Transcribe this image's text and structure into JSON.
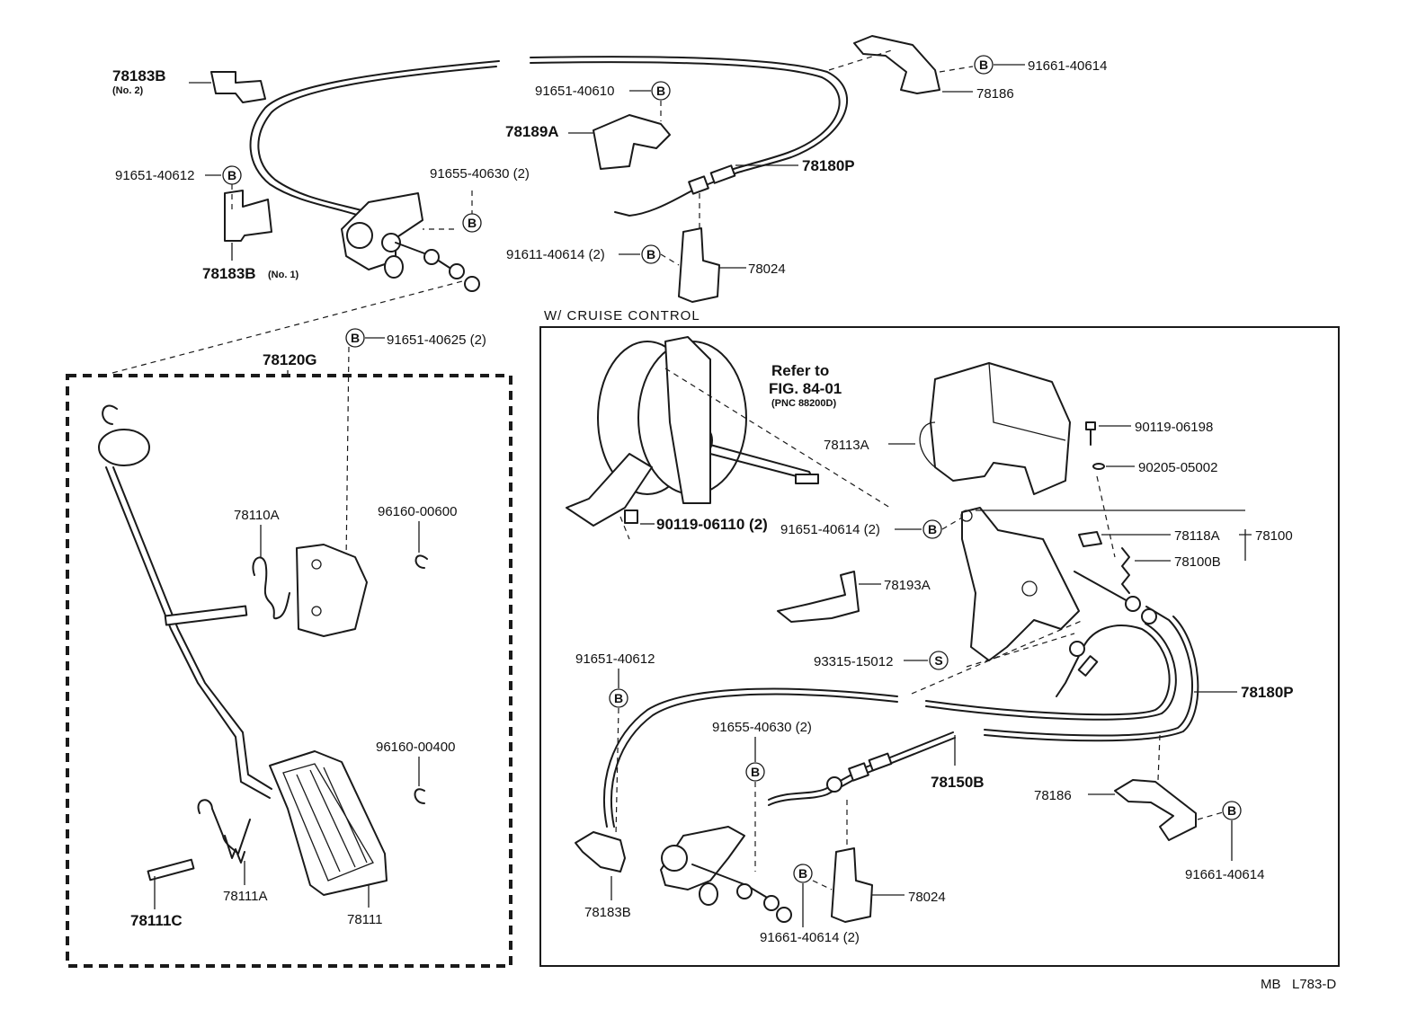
{
  "section_title": "W/ CRUISE CONTROL",
  "footer": "MB   L783-D",
  "reference": {
    "line1": "Refer to",
    "line2": "FIG. 84-01",
    "line3": "(PNC 88200D)"
  },
  "symbols": {
    "bolt_b": "B",
    "screw_s": "S"
  },
  "labels": {
    "p78183b_no2": "78183B",
    "p78183b_no2_sub": "(No. 2)",
    "p91651_40612_top": "91651-40612",
    "p78183b_no1": "78183B",
    "p78183b_no1_sub": "(No. 1)",
    "p91655_40630_top": "91655-40630 (2)",
    "p91651_40610": "91651-40610",
    "p78189a": "78189A",
    "p78180p_top": "78180P",
    "p91611_40614": "91611-40614 (2)",
    "p78024_top": "78024",
    "p91661_40614_top": "91661-40614",
    "p78186_top": "78186",
    "p91651_40625": "91651-40625 (2)",
    "p78120g": "78120G",
    "p78110a": "78110A",
    "p96160_00600": "96160-00600",
    "p96160_00400": "96160-00400",
    "p78111c": "78111C",
    "p78111a": "78111A",
    "p78111": "78111",
    "p78113a": "78113A",
    "p90119_06198": "90119-06198",
    "p90205_05002": "90205-05002",
    "p90119_06110": "90119-06110 (2)",
    "p91651_40614_mid": "91651-40614 (2)",
    "p78118a": "78118A",
    "p78100": "78100",
    "p78100b": "78100B",
    "p78193a": "78193A",
    "p93315_15012": "93315-15012",
    "p91651_40612_low": "91651-40612",
    "p78180p_low": "78180P",
    "p91655_40630_low": "91655-40630 (2)",
    "p78150b": "78150B",
    "p78186_low": "78186",
    "p91661_40614_low": "91661-40614",
    "p78183b_low": "78183B",
    "p78024_low": "78024",
    "p91661_40614_bot": "91661-40614 (2)"
  }
}
